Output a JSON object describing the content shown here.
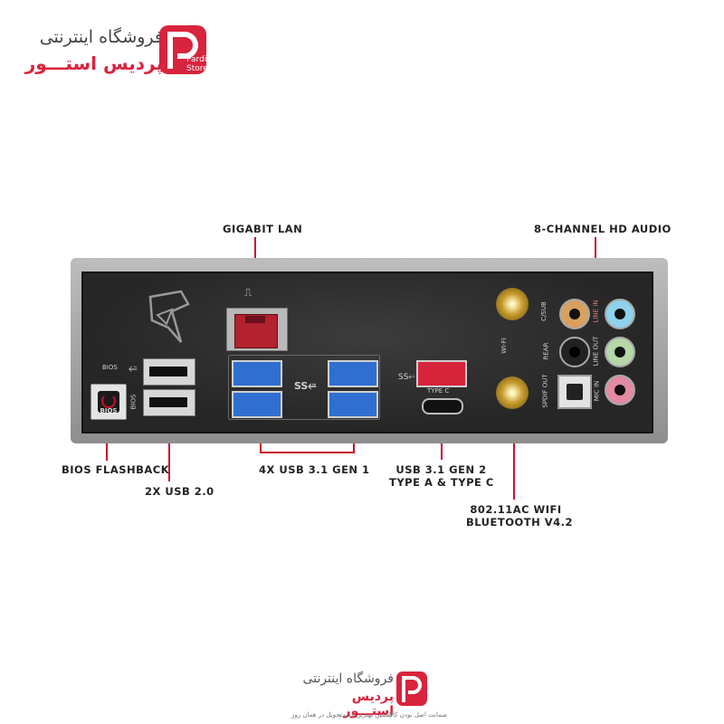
{
  "brand": {
    "line1": "فروشگاه اینترنتی",
    "line2": "پردیس استـــور",
    "mark_text_1": "Pardis",
    "mark_text_2": "Store",
    "accent": "#d8243c",
    "tagline_items": [
      "ضمانت اصل بودن کالا",
      "تضمین بهترین قیمت",
      "تحویل در همان روز"
    ]
  },
  "labels": {
    "gigabit_lan": "GIGABIT LAN",
    "hd_audio": "8-CHANNEL HD AUDIO",
    "bios_flashback": "BIOS FLASHBACK",
    "usb20": "2X USB 2.0",
    "usb31_gen1": "4X USB 3.1 GEN 1",
    "usb31_gen2_line1": "USB 3.1 GEN 2",
    "usb31_gen2_line2": "TYPE A & TYPE C",
    "wifi_line1": "802.11AC WIFI",
    "wifi_line2": "BLUETOOTH V4.2"
  },
  "panel_text": {
    "bios_small": "BIOS",
    "bios_button": "BIOS",
    "bios_side": "BIOS",
    "wifi": "WI-FI",
    "type_c": "TYPE C",
    "csub": "C/SUB",
    "rear": "REAR",
    "spdif": "SPDIF OUT",
    "line_in": "LINE IN",
    "line_out": "LINE OUT",
    "mic_in": "MIC IN"
  },
  "colors": {
    "usb3_blue": "#2f6fd1",
    "usb31_red": "#d6243a",
    "lan_red": "#b2222f",
    "callout_red": "#c8102e",
    "jack_orange": "#d9a060",
    "jack_blue": "#8ed2ec",
    "jack_green": "#b4d8a8",
    "jack_pink": "#e48aa3"
  }
}
